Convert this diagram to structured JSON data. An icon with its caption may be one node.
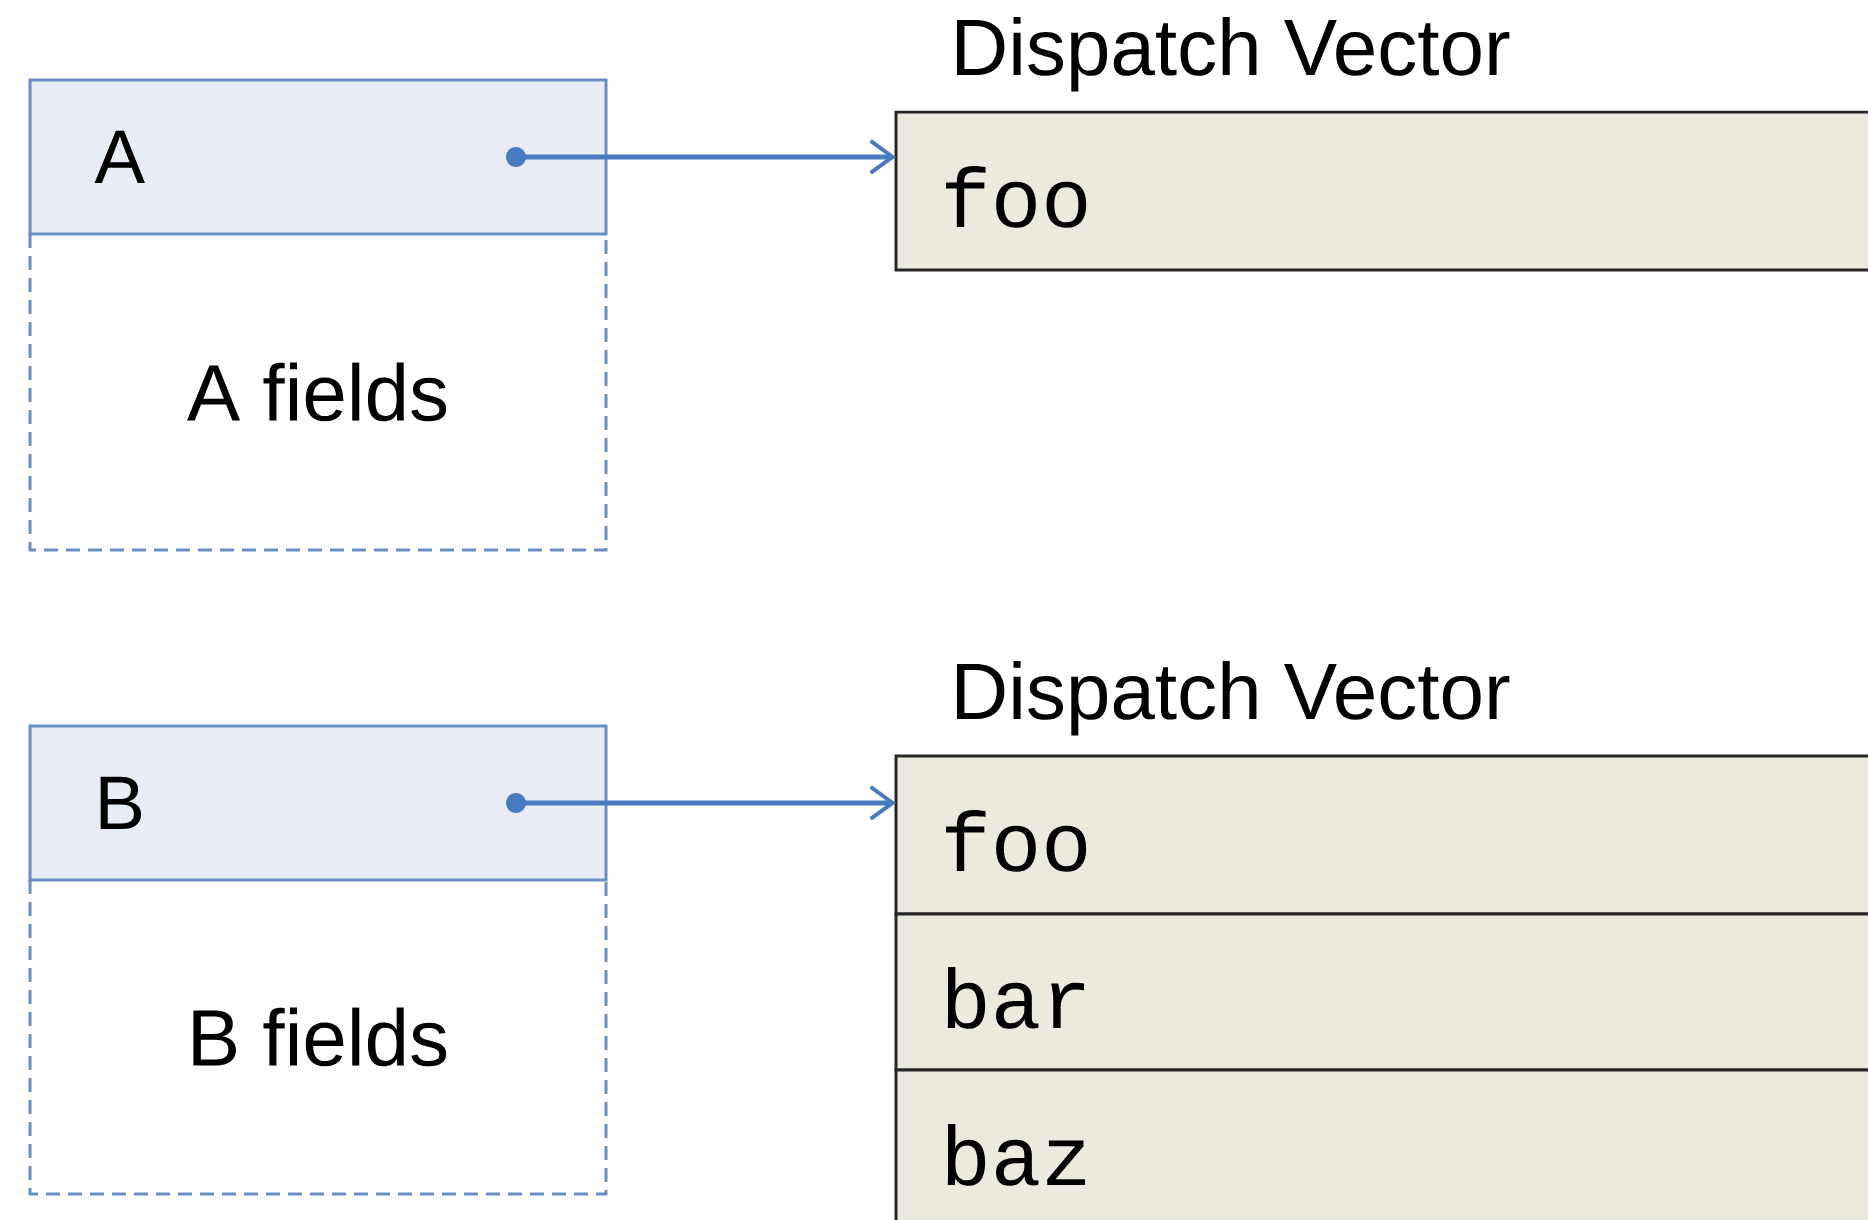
{
  "diagram": {
    "nodes": [
      {
        "text": [
          "A"
        ]
      },
      {
        "text": [
          "A fields"
        ]
      },
      {
        "text": [
          "Dispatch Vector",
          "foo"
        ]
      },
      {
        "text": [
          "B"
        ]
      },
      {
        "text": [
          "B fields"
        ]
      },
      {
        "text": [
          "Dispatch Vector",
          "foo"
        ]
      },
      {
        "text": [
          "bar"
        ]
      },
      {
        "text": [
          "baz"
        ]
      }
    ],
    "edges": [
      {
        "from": 0,
        "to": 2,
        "arrow": "to"
      },
      {
        "from": 3,
        "to": 5,
        "arrow": "to"
      }
    ]
  }
}
